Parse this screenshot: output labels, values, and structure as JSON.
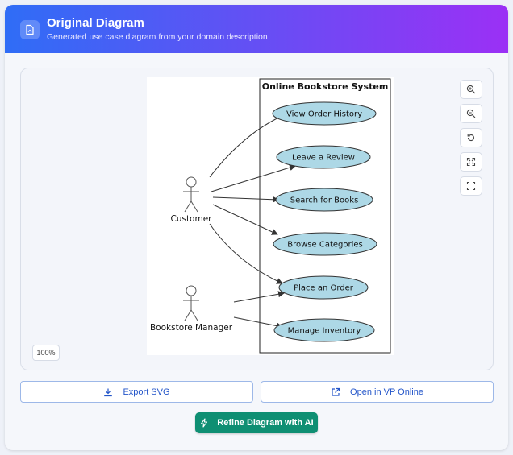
{
  "header": {
    "title": "Original Diagram",
    "subtitle": "Generated use case diagram from your domain description"
  },
  "diagram": {
    "system_name": "Online Bookstore System",
    "actors": [
      "Customer",
      "Bookstore Manager"
    ],
    "use_cases": [
      "View Order History",
      "Leave a Review",
      "Search for Books",
      "Browse Categories",
      "Place an Order",
      "Manage Inventory"
    ],
    "use_case_fill": "#add8e6"
  },
  "controls": {
    "zoom_in": "zoom-in-icon",
    "zoom_out": "zoom-out-icon",
    "reset": "reset-icon",
    "fit": "fit-icon",
    "fullscreen": "fullscreen-icon",
    "zoom_level": "100%"
  },
  "actions": {
    "export_svg": "Export SVG",
    "open_vp": "Open in VP Online",
    "refine": "Refine Diagram with AI"
  },
  "colors": {
    "accent": "#2355c9",
    "refine": "#0f8f73"
  }
}
